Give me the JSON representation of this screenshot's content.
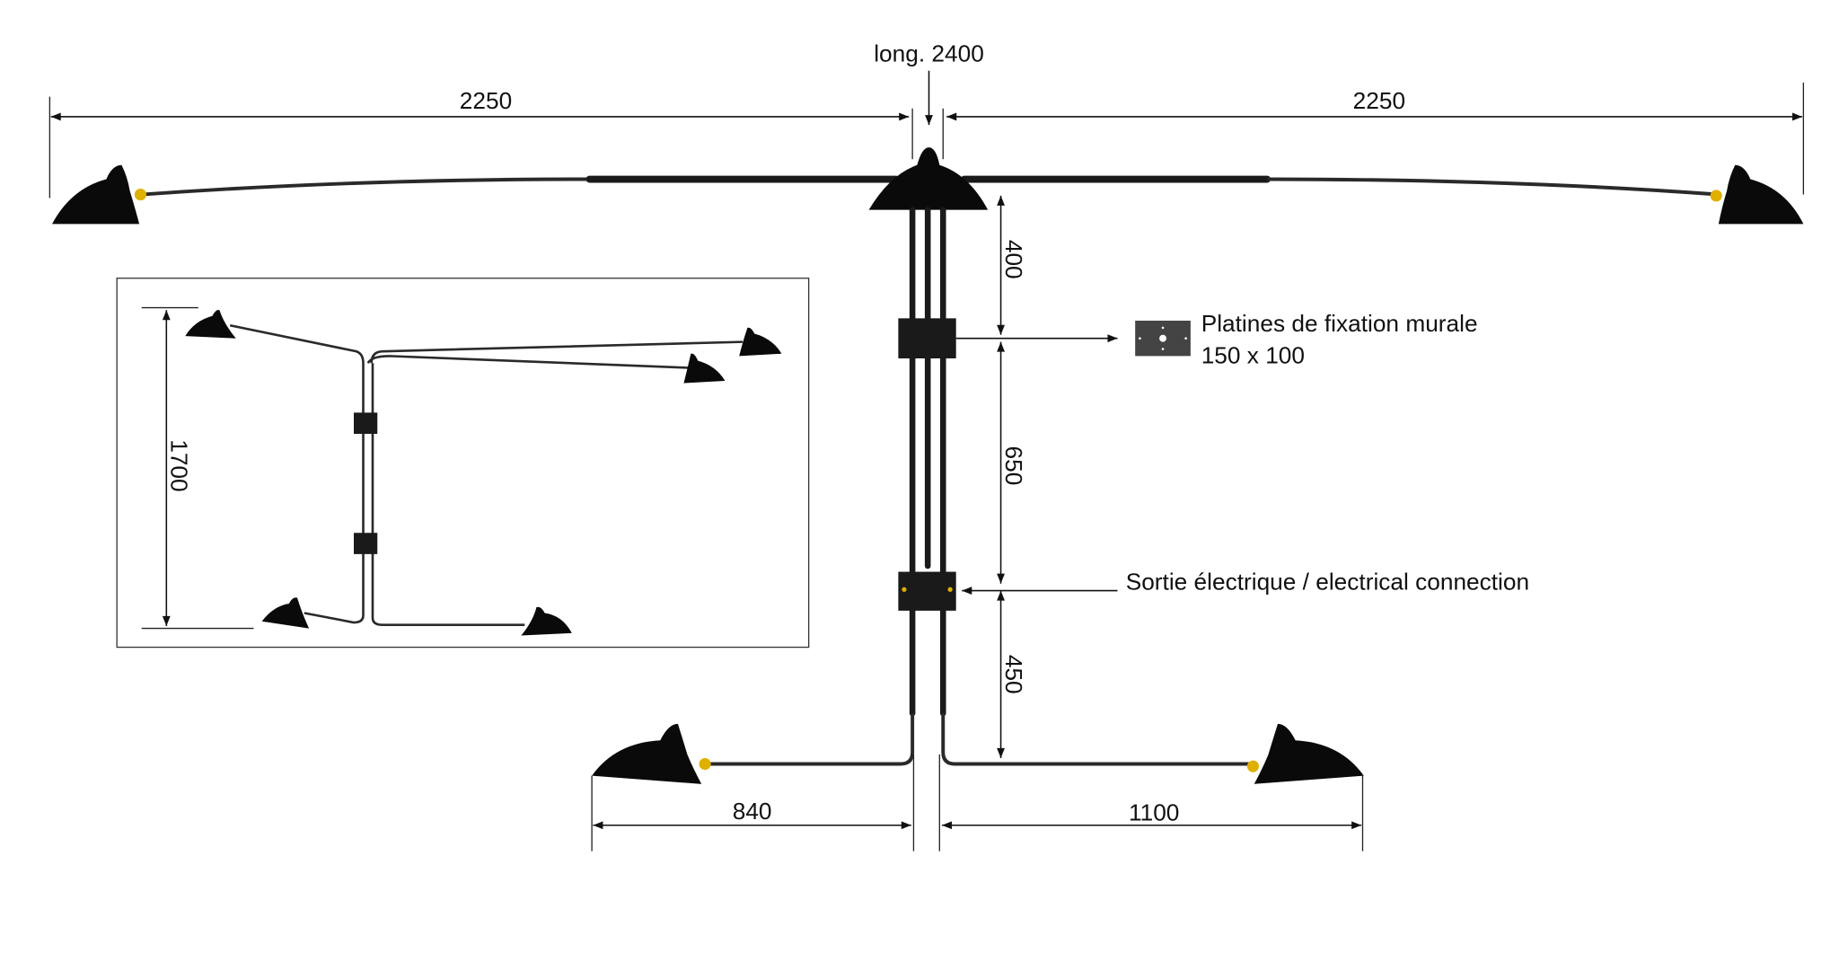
{
  "dimensions": {
    "total_length": "long. 2400",
    "left_top_arm": "2250",
    "right_top_arm": "2250",
    "upper_segment": "400",
    "middle_segment": "650",
    "lower_segment": "450",
    "left_bottom_arm": "840",
    "right_bottom_arm": "1100",
    "inset_height": "1700"
  },
  "labels": {
    "mounting_plates": "Platines de fixation murale",
    "mounting_plates_size": "150 x 100",
    "electrical_outlet": "Sortie électrique / electrical connection"
  },
  "colors": {
    "lamp": "#0a0a0a",
    "brass": "#e0b000",
    "plate": "#444444"
  }
}
